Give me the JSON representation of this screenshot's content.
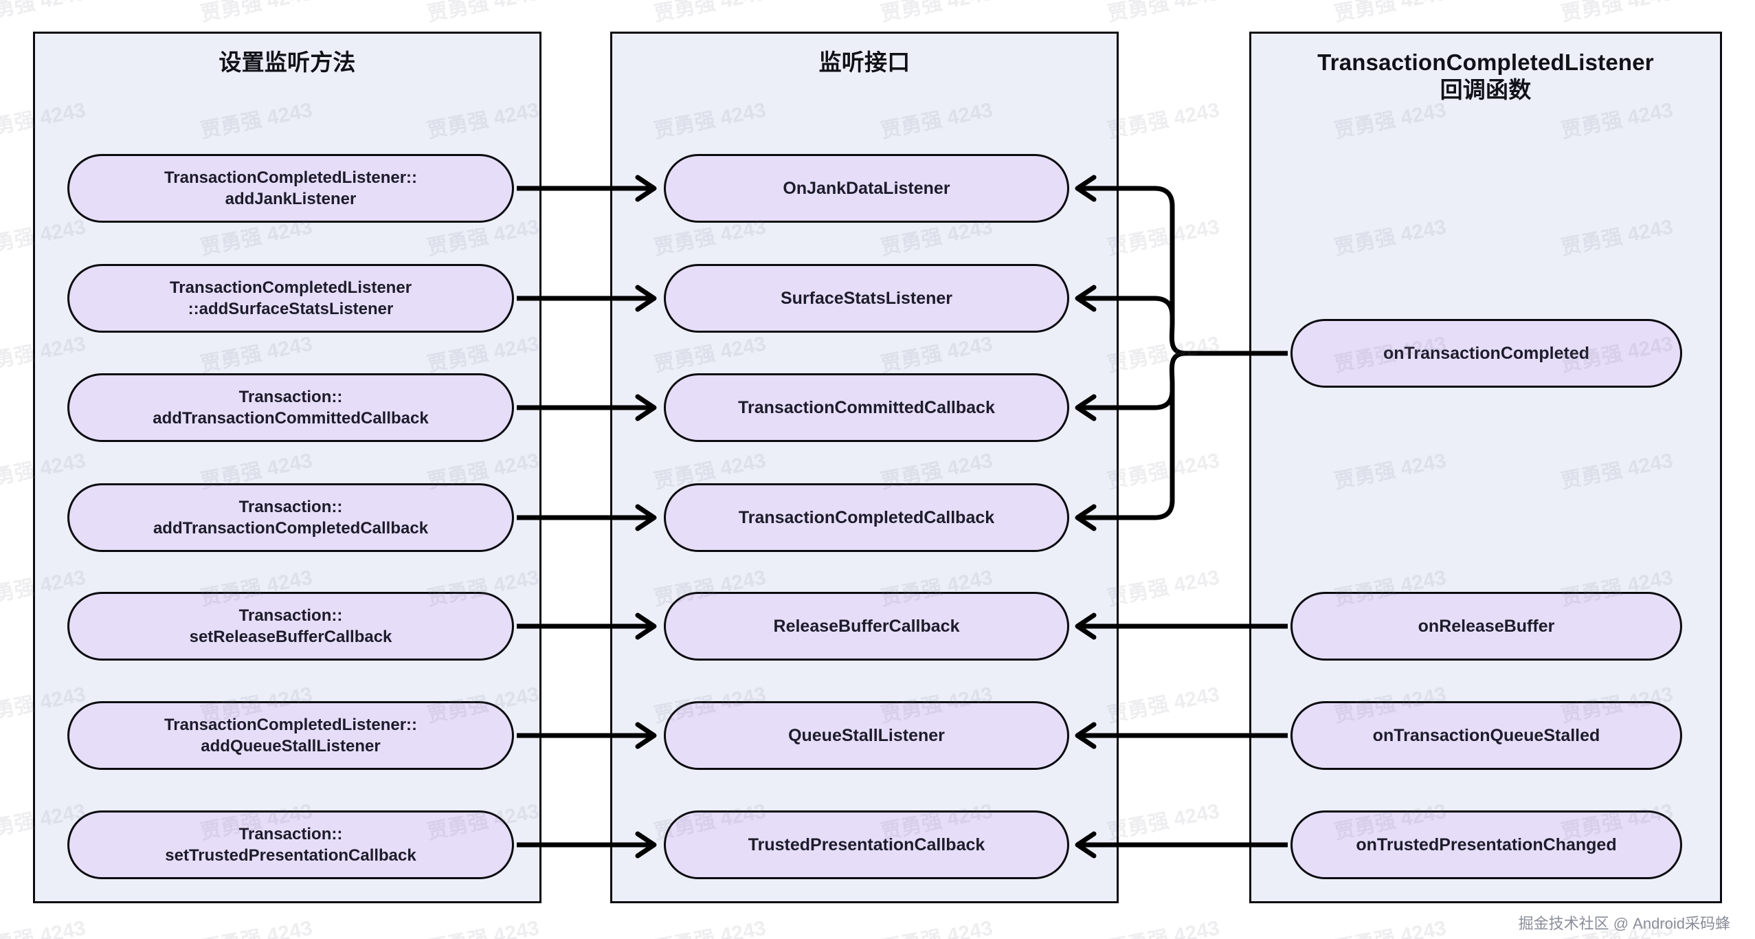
{
  "lanes": {
    "left": {
      "title": "设置监听方法"
    },
    "middle": {
      "title": "监听接口"
    },
    "right": {
      "title": "TransactionCompletedListener",
      "subtitle": "回调函数"
    }
  },
  "setter_methods": [
    {
      "label": "TransactionCompletedListener::\naddJankListener"
    },
    {
      "label": "TransactionCompletedListener\n::addSurfaceStatsListener"
    },
    {
      "label": "Transaction::\naddTransactionCommittedCallback"
    },
    {
      "label": "Transaction::\naddTransactionCompletedCallback"
    },
    {
      "label": "Transaction::\nsetReleaseBufferCallback"
    },
    {
      "label": "TransactionCompletedListener::\naddQueueStallListener"
    },
    {
      "label": "Transaction::\nsetTrustedPresentationCallback"
    }
  ],
  "listener_interfaces": [
    {
      "label": "OnJankDataListener"
    },
    {
      "label": "SurfaceStatsListener"
    },
    {
      "label": "TransactionCommittedCallback"
    },
    {
      "label": "TransactionCompletedCallback"
    },
    {
      "label": "ReleaseBufferCallback"
    },
    {
      "label": "QueueStallListener"
    },
    {
      "label": "TrustedPresentationCallback"
    }
  ],
  "callbacks": [
    {
      "label": "onTransactionCompleted"
    },
    {
      "label": "onReleaseBuffer"
    },
    {
      "label": "onTransactionQueueStalled"
    },
    {
      "label": "onTrustedPresentationChanged"
    }
  ],
  "watermark": {
    "tile": "贾勇强 4243",
    "credit": "掘金技术社区 @ Android采码蜂"
  },
  "colors": {
    "lane_bg": "#eceff8",
    "node_bg": "#e6ddf8",
    "stroke": "#0b0b0f",
    "text": "#1d1c2b"
  }
}
